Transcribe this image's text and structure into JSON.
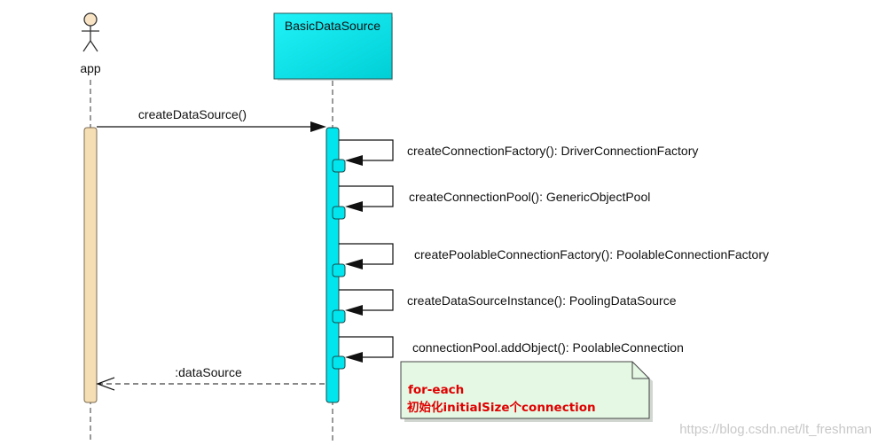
{
  "actor": {
    "name": "app"
  },
  "participant": {
    "name": "BasicDataSource"
  },
  "call": {
    "label": "createDataSource()"
  },
  "self_calls": [
    {
      "label": "createConnectionFactory(): DriverConnectionFactory"
    },
    {
      "label": "createConnectionPool(): GenericObjectPool"
    },
    {
      "label": "createPoolableConnectionFactory(): PoolableConnectionFactory"
    },
    {
      "label": "createDataSourceInstance(): PoolingDataSource"
    },
    {
      "label": "connectionPool.addObject(): PoolableConnection"
    }
  ],
  "return_msg": {
    "label": ":dataSource"
  },
  "note": {
    "line1": "for-each",
    "line2": "初始化initialSize个connection"
  },
  "watermark": "https://blog.csdn.net/lt_freshman",
  "colors": {
    "participant_fill": "#00e5ee",
    "activation_app": "#f5deb3",
    "activation_bds": "#00e5ee",
    "note_fill": "#e4f8e4",
    "note_text": "#e00000"
  }
}
